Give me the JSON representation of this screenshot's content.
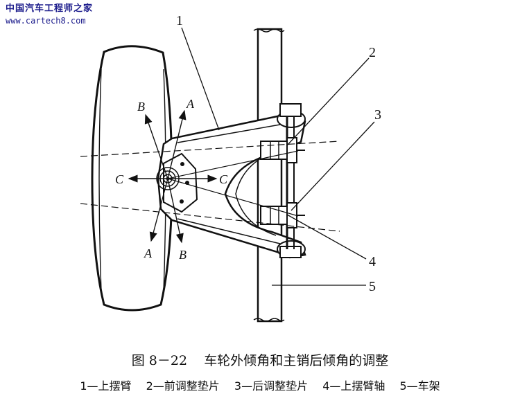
{
  "watermark": {
    "site_name_cn": "中国汽车工程师之家",
    "url": "www.cartech8.com"
  },
  "figure": {
    "number": "图 8－22",
    "title": "车轮外倾角和主销后倾角的调整"
  },
  "callouts": {
    "c1": "1",
    "c2": "2",
    "c3": "3",
    "c4": "4",
    "c5": "5"
  },
  "directions": {
    "a_top": "A",
    "a_bottom": "A",
    "b_top": "B",
    "b_bottom": "B",
    "c_left": "C",
    "c_right": "C"
  },
  "legend": [
    "1—上摆臂",
    "2—前调整垫片",
    "3—后调整垫片",
    "4—上摆臂轴",
    "5—车架"
  ]
}
